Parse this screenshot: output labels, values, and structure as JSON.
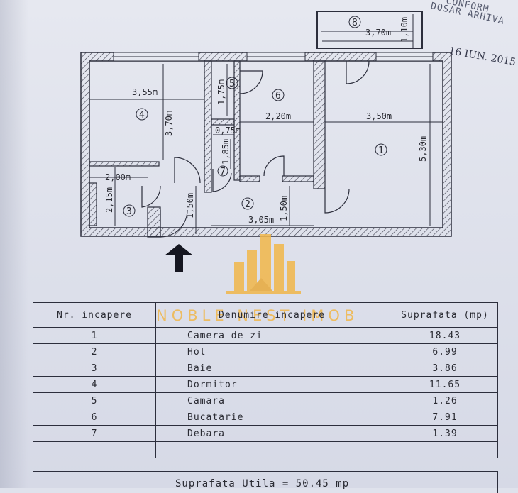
{
  "stamp": {
    "line1": "CONFORM",
    "line2": "DOSAR ARHIVA",
    "date": "16 IUN. 2015"
  },
  "plan": {
    "rooms": [
      {
        "num": "1"
      },
      {
        "num": "2"
      },
      {
        "num": "3"
      },
      {
        "num": "4"
      },
      {
        "num": "5"
      },
      {
        "num": "6"
      },
      {
        "num": "7"
      },
      {
        "num": "8"
      }
    ],
    "dims": {
      "r8_w": "3,70m",
      "r8_h": "1,10m",
      "r4_w": "3,55m",
      "r4_h": "3,70m",
      "r5_h": "1,75m",
      "r6_w": "2,20m",
      "r1_w": "3,50m",
      "r1_h": "5,30m",
      "r7_w": "0,75m",
      "r7_h": "1,85m",
      "r3_w": "2,00m",
      "r3_h": "2,15m",
      "hall_h1": "1,50m",
      "hall_w": "3,05m",
      "hall_h2": "1,50m"
    }
  },
  "watermark": "NOBLE NEST IMOB",
  "table": {
    "headers": [
      "Nr. incapere",
      "Denumire incapere",
      "Suprafata (mp)"
    ],
    "rows": [
      {
        "nr": "1",
        "name": "Camera de zi",
        "area": "18.43"
      },
      {
        "nr": "2",
        "name": "Hol",
        "area": "6.99"
      },
      {
        "nr": "3",
        "name": "Baie",
        "area": "3.86"
      },
      {
        "nr": "4",
        "name": "Dormitor",
        "area": "11.65"
      },
      {
        "nr": "5",
        "name": "Camara",
        "area": "1.26"
      },
      {
        "nr": "6",
        "name": "Bucatarie",
        "area": "7.91"
      },
      {
        "nr": "7",
        "name": "Debara",
        "area": "1.39"
      }
    ],
    "total": "Suprafata Utila = 50.45 mp"
  }
}
